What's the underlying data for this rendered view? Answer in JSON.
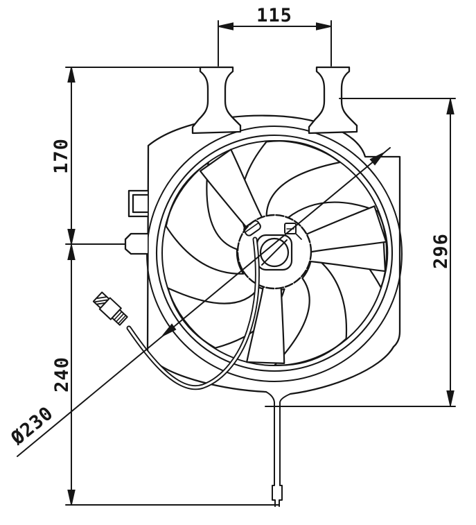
{
  "drawing": {
    "background": "#ffffff",
    "ink": "#161616",
    "dimensions": {
      "top_width": "115",
      "upper_left_height": "170",
      "lower_left_height": "240",
      "right_height": "296",
      "fan_diameter": "Ø230"
    }
  }
}
